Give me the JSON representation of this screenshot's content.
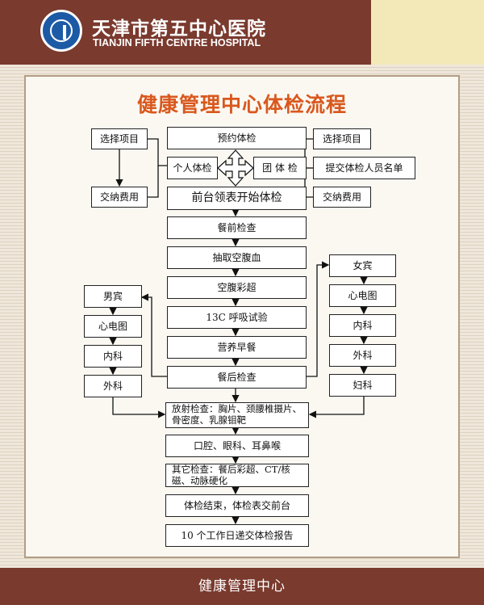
{
  "header": {
    "hospital_name_cn": "天津市第五中心医院",
    "hospital_name_en": "TIANJIN FIFTH CENTRE HOSPITAL",
    "brand_color": "#7a3a2e",
    "accent_color": "#f3e9b8",
    "logo_icon": "hospital-logo-icon"
  },
  "poster": {
    "title": "健康管理中心体检流程",
    "title_color": "#d9581d"
  },
  "flow": {
    "reserve": "预约体检",
    "individual": "个人体检",
    "group": "团 体 检",
    "front_desk": "前台领表开始体检",
    "pre_meal": "餐前检查",
    "blood": "抽取空腹血",
    "ultrasound": "空腹彩超",
    "breath_test": "13C 呼吸试验",
    "breakfast": "营养早餐",
    "post_meal": "餐后检查",
    "radiology": "放射检查：胸片、颈腰椎摄片、骨密度、乳腺钼靶",
    "ent": "口腔、眼科、耳鼻喉",
    "other": "其它检查：餐后彩超、CT/核磁、动脉硬化",
    "finish": "体检结束，体检表交前台",
    "report": "10 个工作日递交体检报告"
  },
  "individual_branch": {
    "choose_items": "选择项目",
    "pay": "交纳费用"
  },
  "group_branch": {
    "choose_items": "选择项目",
    "submit_list": "提交体检人员名单",
    "pay": "交纳费用"
  },
  "male_branch": {
    "label": "男宾",
    "ecg": "心电图",
    "internal": "内科",
    "surgery": "外科"
  },
  "female_branch": {
    "label": "女宾",
    "ecg": "心电图",
    "internal": "内科",
    "surgery": "外科",
    "gyn": "妇科"
  },
  "footer": {
    "text": "健康管理中心"
  }
}
